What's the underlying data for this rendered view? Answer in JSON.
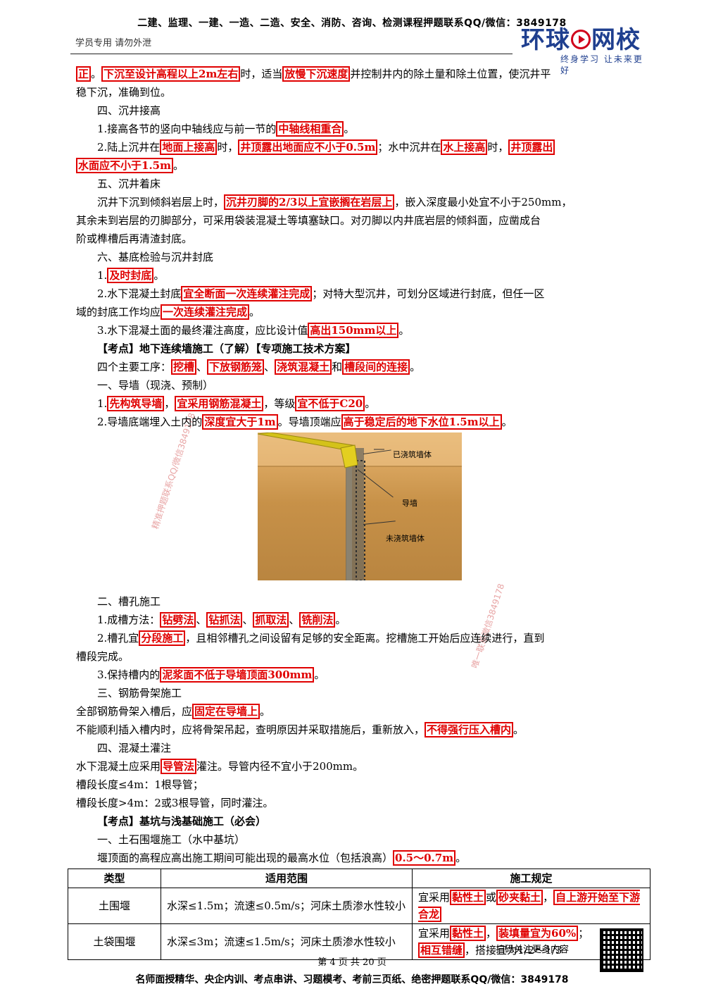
{
  "header": {
    "top_banner": "二建、监理、一建、一造、二造、安全、消防、咨询、检测课程押题联系QQ/微信：3849178",
    "left_note": "学员专用 请勿外泄",
    "logo_text_a": "环球",
    "logo_text_b": "网校",
    "logo_slogan": "终身学习 让未来更好"
  },
  "watermarks": [
    "精准押题联系QQ/微信3849178",
    "唯一联系微信3849178"
  ],
  "figure": {
    "label_poured": "已浇筑墙体",
    "label_guide": "导墙",
    "label_unpoured": "未浇筑墙体"
  },
  "p": {
    "l1a": "正",
    "l1b": "。",
    "l1c": "下沉至设计高程以上2m左右",
    "l1d": "时，适当",
    "l1e": "放慢下沉速度",
    "l1f": "并控制井内的除土量和除土位置，使沉井平",
    "l2": "稳下沉，准确到位。",
    "h4": "四、沉井接高",
    "s1a": "1.接高各节的竖向中轴线应与前一节的",
    "s1b": "中轴线相重合",
    "s1c": "。",
    "s2a": "2.陆上沉井在",
    "s2b": "地面上接高",
    "s2c": "时，",
    "s2d": "井顶露出地面应不小于0.5m",
    "s2e": "；水中沉井在",
    "s2f": "水上接高",
    "s2g": "时，",
    "s2h": "井顶露出",
    "s2i": "水面应不小于1.5m",
    "s2j": "。",
    "h5": "五、沉井着床",
    "s3a": "沉井下沉到倾斜岩层上时，",
    "s3b": "沉井刃脚的2/3以上宜嵌搁在岩层上",
    "s3c": "，嵌入深度最小处宜不小于250mm，",
    "s3d": "其余未到岩层的刃脚部分，可采用袋装混凝土等填塞缺口。对刃脚以内井底岩层的倾斜面，应凿成台",
    "s3e": "阶或榫槽后再清渣封底。",
    "h6": "六、基底检验与沉井封底",
    "s4a": "1.",
    "s4b": "及时封底",
    "s4c": "。",
    "s5a": "2.水下混凝土封底",
    "s5b": "宜全断面一次连续灌注完成",
    "s5c": "；对特大型沉井，可划分区域进行封底，但任一区",
    "s5d": "域的封底工作均应",
    "s5e": "一次连续灌注完成",
    "s5f": "。",
    "s6a": "3.水下混凝土面的最终灌注高度，应比设计值",
    "s6b": "高出150mm以上",
    "s6c": "。",
    "kp1": "【考点】地下连续墙施工（了解）【专项施工技术方案】",
    "s7a": "四个主要工序：",
    "s7b": "挖槽",
    "s7c": "、",
    "s7d": "下放钢筋笼",
    "s7e": "、",
    "s7f": "浇筑混凝土",
    "s7g": "和",
    "s7h": "槽段间的连接",
    "s7i": "。",
    "h7": "一、导墙（现浇、预制）",
    "s8a": "1.",
    "s8b": "先构筑导墙",
    "s8c": "，",
    "s8d": "宜采用钢筋混凝土",
    "s8e": "，等级",
    "s8f": "宜不低于C20",
    "s8g": "。",
    "s9a": "2.导墙底端埋入土内的",
    "s9b": "深度宜大于1m",
    "s9c": "。导墙顶端应",
    "s9d": "高于稳定后的地下水位1.5m以上",
    "s9e": "。",
    "h8": "二、槽孔施工",
    "s10a": "1.成槽方法：",
    "s10b": "钻劈法",
    "s10c": "、",
    "s10d": "钻抓法",
    "s10e": "、",
    "s10f": "抓取法",
    "s10g": "、",
    "s10h": "铣削法",
    "s10i": "。",
    "s11a": "2.槽孔宜",
    "s11b": "分段施工",
    "s11c": "，且相邻槽孔之间设留有足够的安全距离。挖槽施工开始后应连续进行，直到",
    "s11d": "槽段完成。",
    "s12a": "3.保持槽内的",
    "s12b": "泥浆面不低于导墙顶面300mm",
    "s12c": "。",
    "h9": "三、钢筋骨架施工",
    "s13a": "全部钢筋骨架入槽后，应",
    "s13b": "固定在导墙上",
    "s13c": "。",
    "s14a": "不能顺利插入槽内时，应将骨架吊起，查明原因并采取措施后，重新放入，",
    "s14b": "不得强行压入槽内",
    "s14c": "。",
    "h10": "四、混凝土灌注",
    "s15a": "水下混凝土应采用",
    "s15b": "导管法",
    "s15c": "灌注。导管内径不宜小于200mm。",
    "s16": "槽段长度≤4m：1根导管；",
    "s17": "槽段长度>4m：2或3根导管，同时灌注。",
    "kp2": "【考点】基坑与浅基础施工（必会）",
    "h11": "一、土石围堰施工（水中基坑）",
    "s18a": "堰顶面的高程应高出施工期间可能出现的最高水位（包括浪高）",
    "s18b": "0.5～0.7m",
    "s18c": "。"
  },
  "table": {
    "headers": [
      "类型",
      "适用范围",
      "施工规定"
    ],
    "r1_type": "土围堰",
    "r1_scope": "水深≤1.5m；流速≤0.5m/s；河床土质渗水性较小",
    "r1_a": "宜采用",
    "r1_b": "黏性土",
    "r1_c": "或",
    "r1_d": "砂夹黏土",
    "r1_e": "，",
    "r1_f": "自上游开始至下游合龙",
    "r2_type": "土袋围堰",
    "r2_scope": "水深≤3m；流速≤1.5m/s；河床土质渗水性较小",
    "r2_a": "宜采用",
    "r2_b": "黏性土",
    "r2_c": "，",
    "r2_d": "装填量宜为60%",
    "r2_e": "；",
    "r2_f": "相互错缝",
    "r2_g": "，搭接宜为1/2～1/3"
  },
  "footer": {
    "qr_tip": "扫码关注更多内容",
    "page_number": "第 4 页 共 20 页",
    "bottom_banner": "名师面授精华、央企内训、考点串讲、习题模考、考前三页纸、绝密押题联系QQ/微信：3849178"
  }
}
